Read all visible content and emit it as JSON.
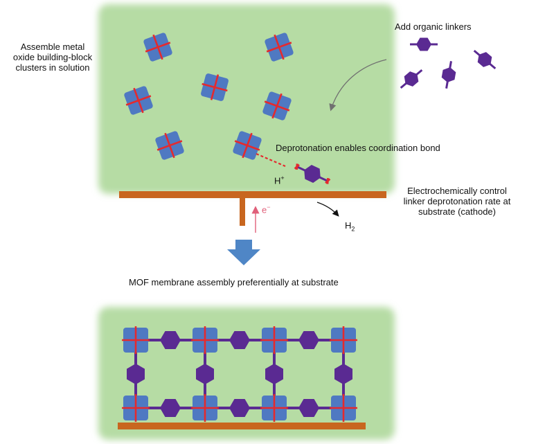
{
  "labels": {
    "assemble_line1": "Assemble metal",
    "assemble_line2": "oxide building-block",
    "assemble_line3": "clusters in solution",
    "add_linkers": "Add organic linkers",
    "deprotonation": "Deprotonation enables coordination bond",
    "proton": "H",
    "proton_charge": "+",
    "electron": "e",
    "electron_charge": "−",
    "hydrogen": "H",
    "hydrogen_sub": "2",
    "electro_line1": "Electrochemically control",
    "electro_line2": "linker deprotonation rate at",
    "electro_line3": "substrate (cathode)",
    "mof_assembly": "MOF membrane assembly preferentially at substrate"
  },
  "colors": {
    "solution_green": "#b6dca4",
    "cluster_blue": "#4f79c2",
    "cluster_cross": "#e42a2e",
    "linker_purple": "#5a2a92",
    "substrate_orange": "#c8661f",
    "arrow_blue": "#4f86c6",
    "electron_arrow": "#e0607a"
  },
  "icons": {
    "cluster": "metal-oxide-cluster-icon",
    "linker": "organic-linker-icon",
    "down_arrow": "process-down-arrow-icon"
  }
}
